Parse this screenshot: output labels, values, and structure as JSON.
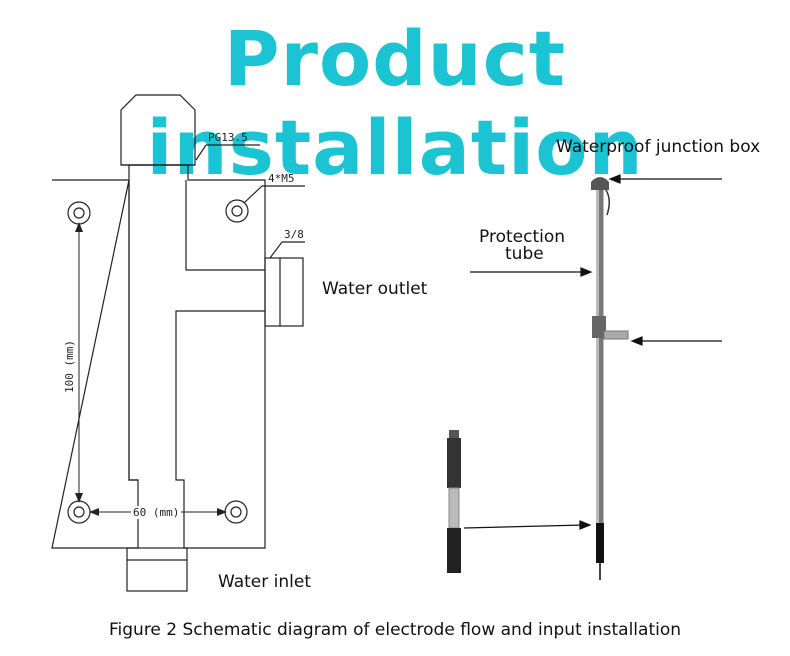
{
  "title": "Product installation",
  "title_color": "#1cc3d2",
  "drawing": {
    "pg_label": "PG13.5",
    "hole_label": "4*M5",
    "thread_label": "3/8",
    "height_dim": "100 (mm)",
    "width_dim": "60 (mm)",
    "water_outlet": "Water outlet",
    "water_inlet": "Water inlet"
  },
  "photo": {
    "junction_box": "Waterproof junction box",
    "protection_line1": "Protection",
    "protection_line2": "tube"
  },
  "caption": "Figure 2 Schematic diagram of electrode flow and input installation"
}
